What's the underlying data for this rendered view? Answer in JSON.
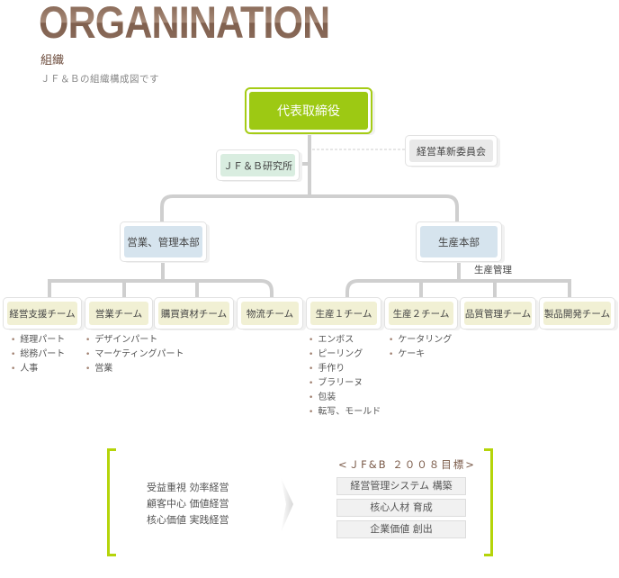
{
  "header": {
    "title": "ORGANINATION",
    "subtitle": "組織",
    "description": "ＪＦ＆Ｂの組織構成図です"
  },
  "ceo": {
    "label": "代表取締役"
  },
  "lab": {
    "label": "ＪＦ＆Ｂ研究所"
  },
  "committee": {
    "label": "経営革新委員会"
  },
  "departments": [
    {
      "label": "営業、管理本部"
    },
    {
      "label": "生産本部",
      "note": "生産管理"
    }
  ],
  "teams": [
    {
      "label": "経営支援チーム",
      "items": [
        "経理パート",
        "総務パート",
        "人事"
      ]
    },
    {
      "label": "営業チーム",
      "items": [
        "デザインパート",
        "マーケティングパート",
        "営業"
      ]
    },
    {
      "label": "購買資材チーム",
      "items": []
    },
    {
      "label": "物流チーム",
      "items": []
    },
    {
      "label": "生産１チーム",
      "items": [
        "エンボス",
        "ピーリング",
        "手作り",
        "ブラリーヌ",
        "包装",
        "転写、モールド"
      ]
    },
    {
      "label": "生産２チーム",
      "items": [
        "ケータリング",
        "ケーキ"
      ]
    },
    {
      "label": "品質管理チーム",
      "items": []
    },
    {
      "label": "製品開発チーム",
      "items": []
    }
  ],
  "values": [
    "受益重視 効率経営",
    "顧客中心 価値経営",
    "核心価値 実践経営"
  ],
  "goals": {
    "title": "<ＪF&B ２００８目標>",
    "items": [
      "経営管理システム 構築",
      "核心人材 育成",
      "企業価値 創出"
    ]
  },
  "colors": {
    "accent": "#9dc913",
    "bracket": "#b5d40a",
    "brown": "#7a5a48"
  }
}
